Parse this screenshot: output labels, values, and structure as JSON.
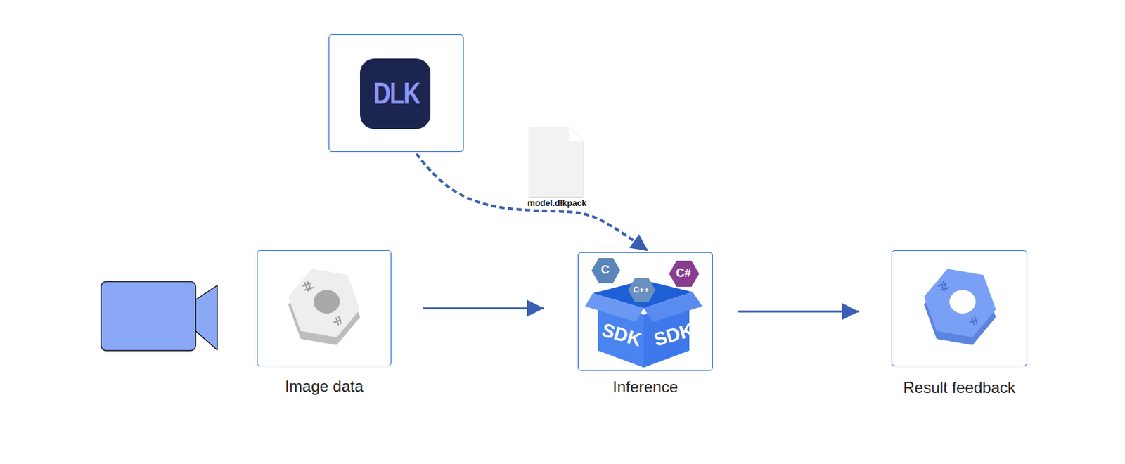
{
  "diagram": {
    "nodes": [
      {
        "text": [
          "DLK"
        ]
      },
      {
        "text": [
          "Image data"
        ]
      },
      {
        "text": [
          "Inference"
        ]
      },
      {
        "text": [
          "Result feedback"
        ]
      }
    ],
    "edges": [
      {
        "from": 0,
        "to": 2,
        "arrow": "to",
        "label": "model.dlkpack"
      },
      {
        "from": 1,
        "to": 2,
        "arrow": "to"
      },
      {
        "from": 2,
        "to": 3,
        "arrow": "to"
      }
    ],
    "labels": [
      "C",
      "C++",
      "C#",
      "SDK",
      "SDK"
    ]
  }
}
